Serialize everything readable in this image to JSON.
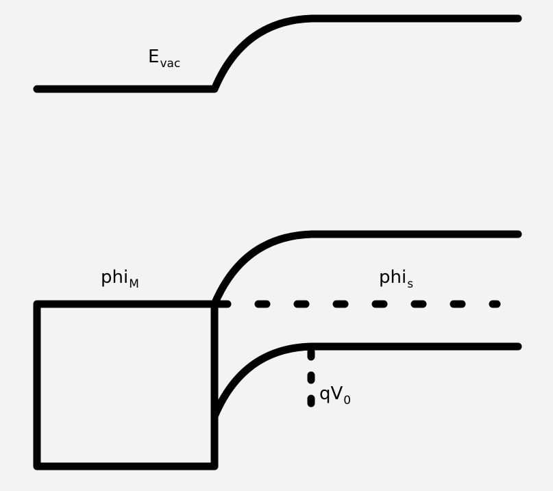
{
  "labels": {
    "evac": {
      "main": "E",
      "sub": "vac"
    },
    "phi_m": {
      "main": "phi",
      "sub": "M"
    },
    "phi_s": {
      "main": "phi",
      "sub": "s"
    },
    "qv0": {
      "main": "qV",
      "sub": "0"
    }
  },
  "colors": {
    "background": "#f3f3f3",
    "stroke": "#000000"
  }
}
